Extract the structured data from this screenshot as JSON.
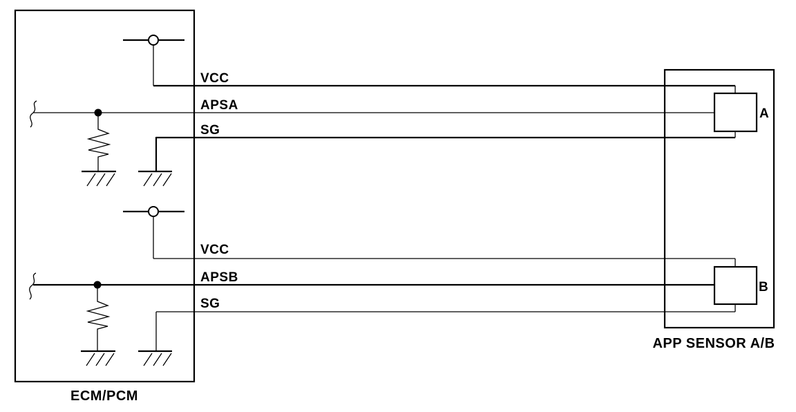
{
  "diagram": {
    "type": "automotive-wiring-diagram",
    "ecm": {
      "label": "ECM/PCM"
    },
    "sensor": {
      "label": "APP SENSOR A/B"
    },
    "connectors": {
      "a": "A",
      "b": "B"
    },
    "circuit_a": {
      "vcc": "VCC",
      "signal": "APSA",
      "sg": "SG"
    },
    "circuit_b": {
      "vcc": "VCC",
      "signal": "APSB",
      "sg": "SG"
    },
    "colors": {
      "line": "#000000",
      "background": "#ffffff"
    }
  }
}
